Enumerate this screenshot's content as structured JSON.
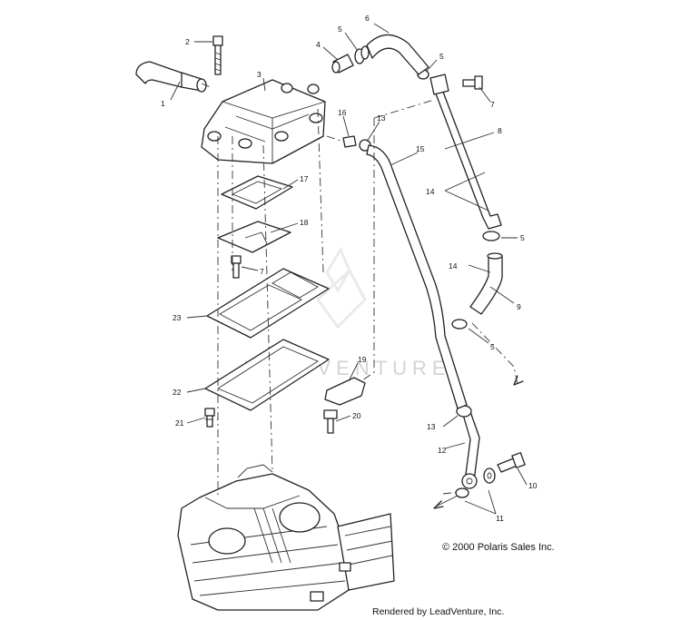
{
  "callouts": {
    "c1": "1",
    "c2": "2",
    "c3": "3",
    "c4": "4",
    "c5a": "5",
    "c5b": "5",
    "c5c": "5",
    "c5d": "5",
    "c6": "6",
    "c7a": "7",
    "c7b": "7",
    "c8": "8",
    "c9": "9",
    "c10": "10",
    "c11": "11",
    "c12": "12",
    "c13a": "13",
    "c13b": "13",
    "c14a": "14",
    "c14b": "14",
    "c15": "15",
    "c16": "16",
    "c17": "17",
    "c18": "18",
    "c19": "19",
    "c20": "20",
    "c21": "21",
    "c22": "22",
    "c23": "23"
  },
  "watermark": "LEADVENTURE",
  "copyright": "© 2000 Polaris Sales Inc.",
  "rendered_by": "Rendered by LeadVenture, Inc."
}
